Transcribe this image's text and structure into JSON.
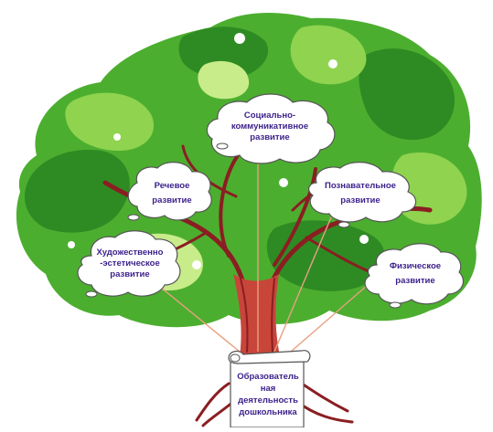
{
  "diagram": {
    "root_label_lines": [
      "Образователь",
      "ная",
      "деятельность",
      "дошкольника"
    ],
    "nodes": [
      {
        "id": "social",
        "lines": [
          "Социально-",
          "коммуникативное",
          "развитие"
        ]
      },
      {
        "id": "speech",
        "lines": [
          "Речевое",
          "развитие"
        ]
      },
      {
        "id": "cognitive",
        "lines": [
          "Познавательное",
          "развитие"
        ]
      },
      {
        "id": "artistic",
        "lines": [
          "Художественно",
          "-эстетическое",
          "развитие"
        ]
      },
      {
        "id": "physical",
        "lines": [
          "Физическое",
          "развитие"
        ]
      }
    ],
    "colors": {
      "foliage_dark": "#2e8b23",
      "foliage_mid": "#4cae2f",
      "foliage_light": "#8fd34f",
      "foliage_pale": "#c8ec8a",
      "trunk": "#c8453a",
      "trunk_dark": "#8a1e22",
      "text": "#3b1f8a",
      "connector": "#e8a080"
    }
  }
}
